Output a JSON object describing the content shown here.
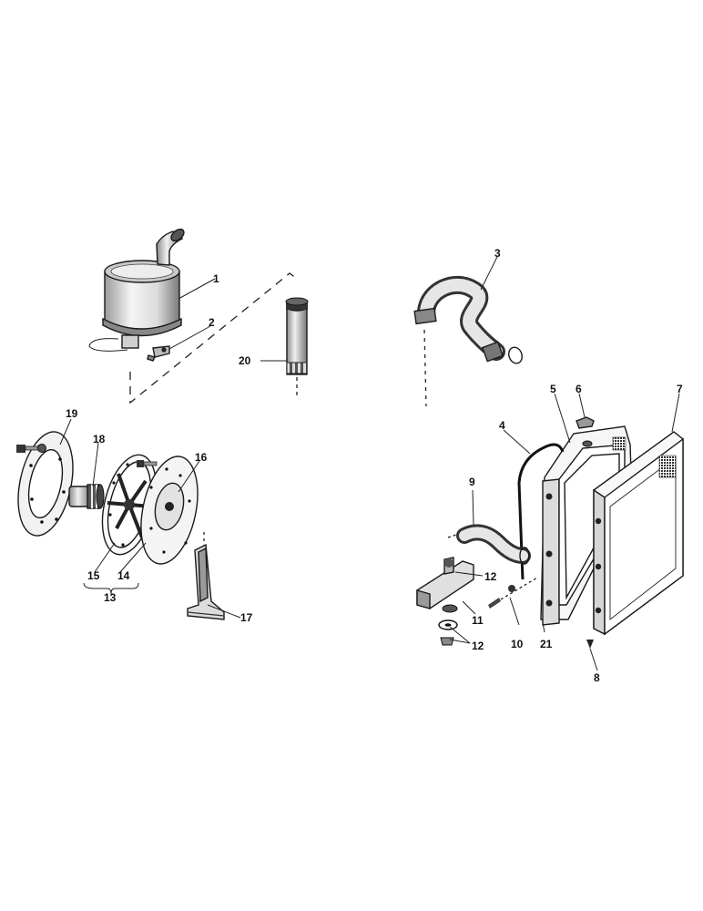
{
  "callouts": {
    "p1": "1",
    "p2": "2",
    "p3": "3",
    "p4": "4",
    "p5": "5",
    "p6": "6",
    "p7": "7",
    "p8": "8",
    "p9": "9",
    "p10": "10",
    "p11": "11",
    "p12a": "12",
    "p12b": "12",
    "p13": "13",
    "p14": "14",
    "p15": "15",
    "p16": "16",
    "p17": "17",
    "p18": "18",
    "p19": "19",
    "p20": "20",
    "p21": "21"
  }
}
